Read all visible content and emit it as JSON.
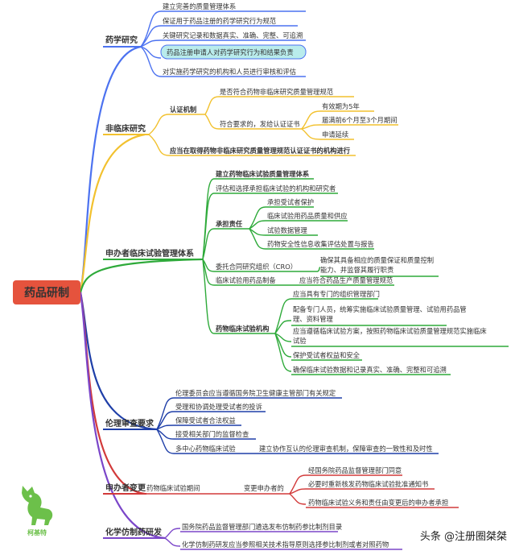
{
  "root": "药品研制",
  "watermark": "头条 @注册圈桀桀",
  "logo_text": "柯基特",
  "colors": {
    "root": "#e5533d",
    "pharma": "#4c72f0",
    "nonclinical": "#f2c12e",
    "sponsor": "#2eaa3a",
    "ethics": "#1f3fa8",
    "change": "#d23a3a",
    "generic": "#7b46c9",
    "logo": "#6cc04a"
  },
  "branches": {
    "pharma": {
      "label": "药学研究",
      "items": [
        "建立完善的质量管理体系",
        "保证用于药品注册的药学研究行为规范",
        "关键研究记录和数据真实、准确、完整、可追溯",
        "药品注册申请人对药学研究行为和结果负责",
        "对实施药学研究的机构和人员进行审核和评估"
      ]
    },
    "nonclinical": {
      "label": "非临床研究",
      "cert": "认证机制",
      "cert_a": "是否符合药物非临床研究质量管理规范",
      "cert_b": "符合要求的，发给认证证书",
      "cert_b_items": [
        "有效期为5年",
        "届满前6个月至3个月期间",
        "申请延续"
      ],
      "last": "应当在取得药物非临床研究质量管理规范认证证书的机构进行"
    },
    "sponsor": {
      "label": "申办者临床试验管理体系",
      "items": [
        "建立药物临床试验质量管理体系",
        "评估和选择承担临床试验的机构和研究者"
      ],
      "duty": "承担责任",
      "duty_items": [
        "承担受试者保护",
        "临床试验用药品质量和供应",
        "试验数据管理",
        "药物安全性信息收集评估处置与报告"
      ],
      "cro": "委托合同研究组织（CRO）",
      "cro_items": [
        "确保其具备相应的质量保证和质量控制",
        "能力、并监督其履行职责"
      ],
      "drug": "临床试验用药品制备",
      "drug_item": "应当符合药品生产质量管理规范",
      "inst": "药物临床试验机构",
      "inst_items": [
        [
          "应当具有专门的组织管理部门"
        ],
        [
          "配备专门人员，统筹实施临床试验质量管理、试验用药品管",
          "理、资料管理"
        ],
        [
          "应当遵循临床试验方案，按照药物临床试验质量管理规范实施临床",
          "试验"
        ],
        [
          "保护受试者权益和安全"
        ],
        [
          "确保临床试验数据和记录真实、准确、完整和可追溯"
        ]
      ]
    },
    "ethics": {
      "label": "伦理审查要求",
      "items": [
        "伦理委员会应当遵循国务院卫生健康主管部门有关规定",
        "受理和协调处理受试者的投诉",
        "保障受试者合法权益",
        "接受相关部门的监督检查"
      ],
      "multi": "多中心药物临床试验",
      "multi_item": "建立协作互认的伦理审查机制，保障审查的一致性和及时性"
    },
    "change": {
      "label": "申办者变更",
      "sub": "药物临床试验期间",
      "sub2": "变更申办者的",
      "items": [
        "经国务院药品监督管理部门同意",
        "必要时重新核发药物临床试验批准通知书",
        "药物临床试验义务和责任由变更后的申办者承担"
      ]
    },
    "generic": {
      "label": "化学仿制药研发",
      "items": [
        "国务院药品监督管理部门遴选发布仿制药参比制剂目录",
        "化学仿制药研发应当参照相关技术指导原则选择参比制剂或者对照药物"
      ]
    }
  }
}
